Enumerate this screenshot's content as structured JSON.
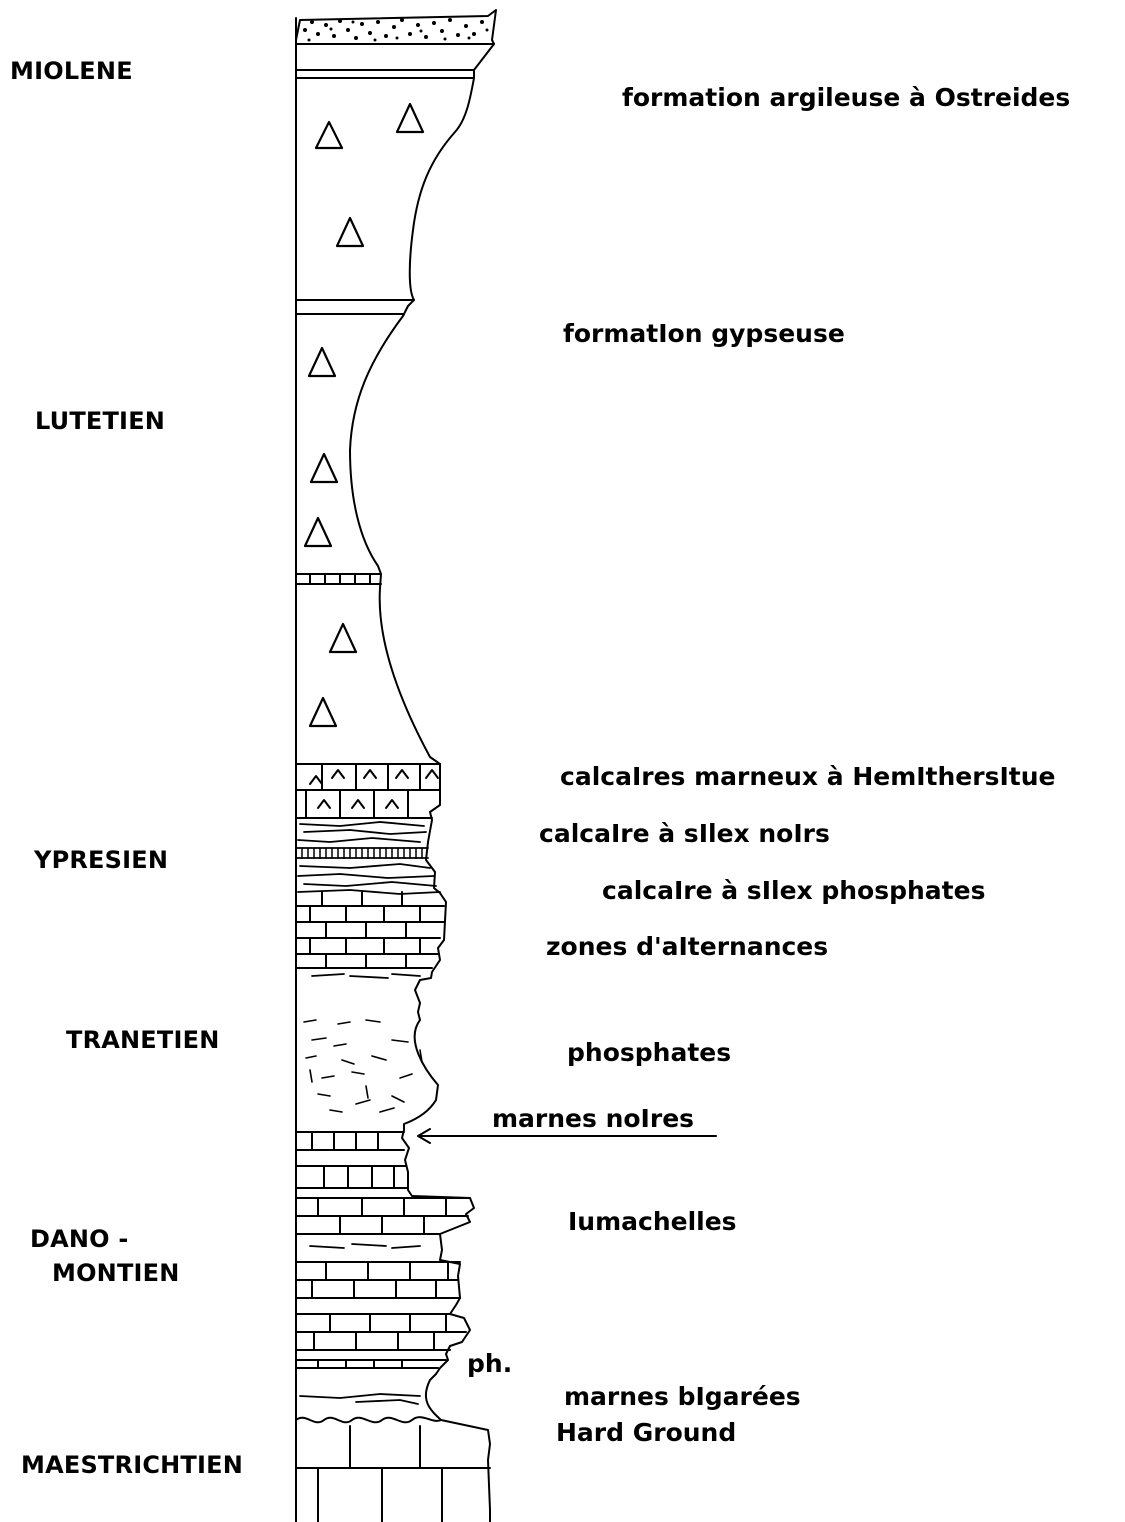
{
  "stages": {
    "miolene": "MIOLENE",
    "lutetien": "LUTETIEN",
    "ypresien": "YPRESIEN",
    "tranetien": "TRANETIEN",
    "dano_line1": "DANO -",
    "dano_line2": "MONTIEN",
    "maestrichtien": "MAESTRICHTIEN"
  },
  "descriptions": {
    "argileuse": "formation argileuse à Ostreides",
    "gypseuse": "formatIon gypseuse",
    "calcaires_marneux": "calcaIres marneux à HemIthersItue",
    "silex_noirs": "calcaIre à sIlex noIrs",
    "silex_phosphates": "calcaIre à sIlex phosphates",
    "alternances": "zones d'aIternances",
    "phosphates": "phosphates",
    "marnes_noires": "marnes noIres",
    "lumachelles": "Iumachelles",
    "ph": "ph.",
    "marnes_bigarees": "marnes bIgarées",
    "hard_ground": "Hard Ground"
  },
  "colors": {
    "ink": "#000000",
    "paper": "#ffffff"
  },
  "symbols": {
    "gypsum": "triangle",
    "chert": "caret"
  }
}
